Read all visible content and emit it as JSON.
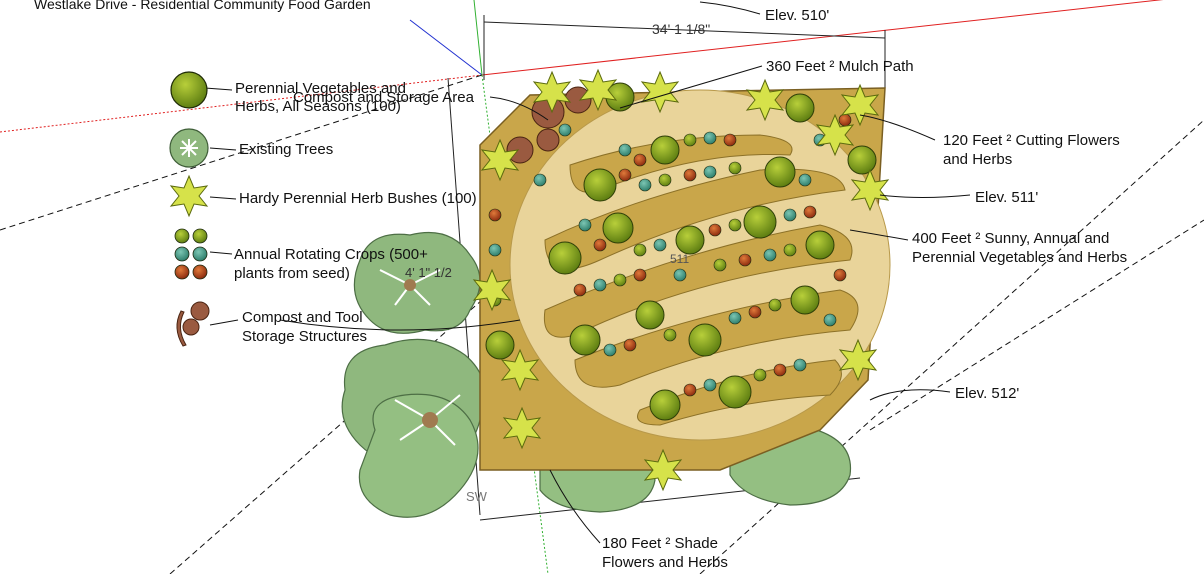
{
  "title": "Westlake Drive - Residential Community Food Garden",
  "legend": [
    {
      "id": "perennial",
      "text": "Perennial Vegetables and Herbs, All Seasons (100)"
    },
    {
      "id": "trees",
      "text": "Existing Trees"
    },
    {
      "id": "herb-bushes",
      "text": "Hardy Perennial Herb Bushes (100)"
    },
    {
      "id": "annual",
      "text": "Annual Rotating Crops (500+ plants from seed)"
    },
    {
      "id": "compost",
      "text": "Compost and Tool Storage Structures"
    }
  ],
  "annotations": {
    "compost_area": "Compost and Storage Area",
    "mulch_path": "360 Feet ² Mulch Path",
    "cutting_flowers": "120 Feet ² Cutting Flowers and Herbs",
    "sunny": "400 Feet ² Sunny, Annual and Perennial Vegetables and Herbs",
    "shade": "180 Feet ² Shade Flowers and Herbs",
    "elev_510": "Elev. 510'",
    "elev_511": "Elev. 511'",
    "elev_512": "Elev. 512'",
    "dimension": "34' 1 1/8\"",
    "side_dim": "4' 1\" 1/2",
    "sw_mark": "SW",
    "elev_mark": "511"
  },
  "colors": {
    "path_beige": "#e9d49a",
    "bed_gold": "#c9a64a",
    "bed_dark": "#a88a33",
    "veg_green": "#7a9a1a",
    "tree_green": "#8fb87e",
    "compost_brown": "#9a5a40",
    "herb_yellow": "#d6e24a",
    "crop_teal": "#3f9a86",
    "crop_red": "#b5441e",
    "axis_red": "#e02020",
    "axis_blue": "#2030d0",
    "axis_green": "#30b030"
  }
}
